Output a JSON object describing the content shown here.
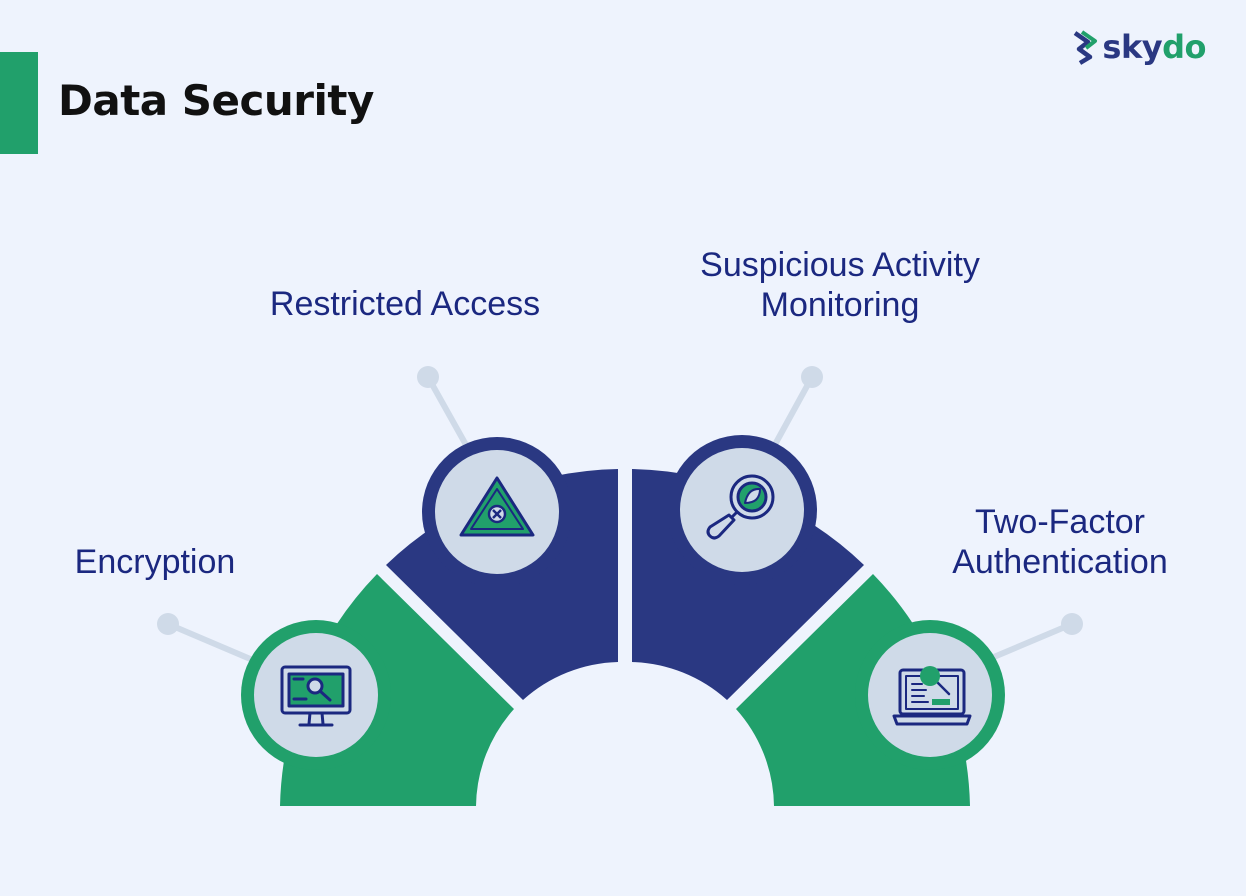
{
  "header": {
    "title": "Data Security",
    "logo_text_primary": "sky",
    "logo_text_accent": "do"
  },
  "colors": {
    "background": "#eef3fd",
    "green": "#21a06b",
    "navy": "#2a3882",
    "label_text": "#1b2880",
    "connector": "#cfdae8"
  },
  "items": [
    {
      "label": "Encryption",
      "icon": "monitor-search-icon",
      "color": "green"
    },
    {
      "label": "Restricted Access",
      "icon": "warning-triangle-icon",
      "color": "navy"
    },
    {
      "label": "Suspicious Activity\nMonitoring",
      "icon": "magnifier-icon",
      "color": "navy"
    },
    {
      "label": "Two-Factor\nAuthentication",
      "icon": "laptop-lock-icon",
      "color": "green"
    }
  ]
}
